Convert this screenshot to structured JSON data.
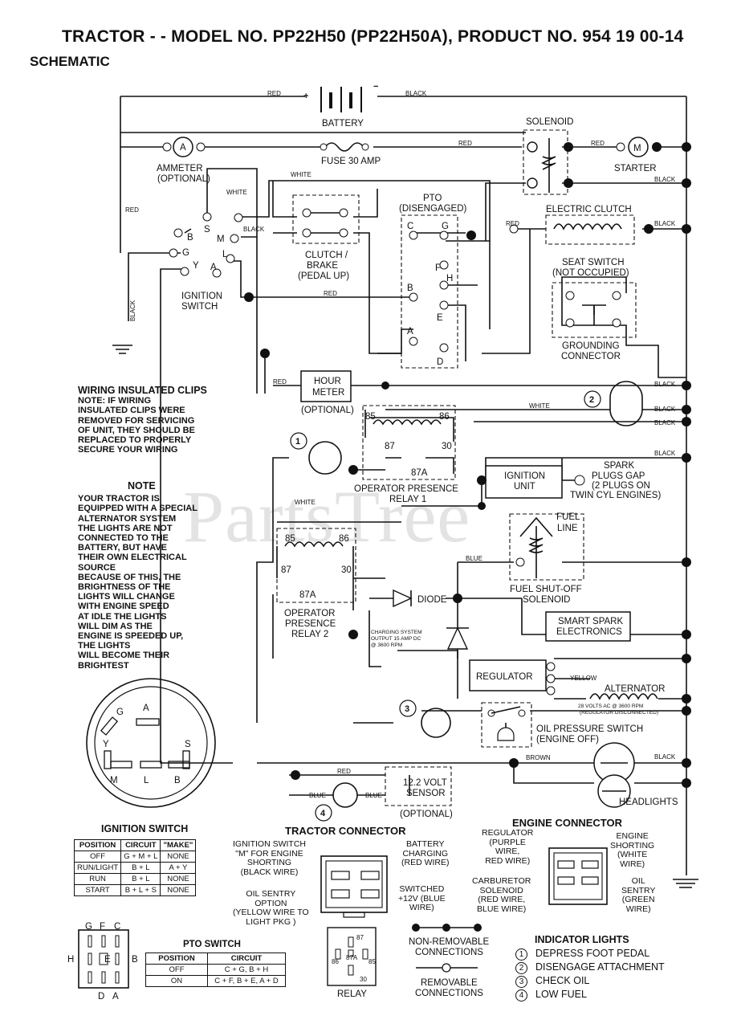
{
  "header": {
    "title": "TRACTOR - - MODEL NO. PP22H50 (PP22H50A), PRODUCT NO. 954 19 00-14",
    "subtitle": "SCHEMATIC"
  },
  "watermark": "PartsTree",
  "components": {
    "battery": "BATTERY",
    "solenoid": "SOLENOID",
    "ammeter": "AMMETER",
    "ammeter_opt": "(OPTIONAL)",
    "fuse": "FUSE 30 AMP",
    "starter": "STARTER",
    "pto_title": "PTO",
    "pto_state": "(DISENGAGED)",
    "clutch_brake": [
      "CLUTCH /",
      "BRAKE",
      "(PEDAL UP)"
    ],
    "electric_clutch": "ELECTRIC CLUTCH",
    "seat_switch": "SEAT SWITCH",
    "seat_state": "(NOT OCCUPIED)",
    "grounding": [
      "GROUNDING",
      "CONNECTOR"
    ],
    "ignition_switch": [
      "IGNITION",
      "SWITCH"
    ],
    "hour_meter": [
      "HOUR",
      "METER"
    ],
    "hour_opt": "(OPTIONAL)",
    "relay1": [
      "OPERATOR PRESENCE",
      "RELAY 1"
    ],
    "ignition_unit": [
      "IGNITION",
      "UNIT"
    ],
    "spark": [
      "SPARK",
      "PLUGS GAP",
      "(2 PLUGS ON",
      "TWIN CYL ENGINES)"
    ],
    "fuel_line": [
      "FUEL",
      "LINE"
    ],
    "fuel_shutoff": [
      "FUEL SHUT-OFF",
      "SOLENOID"
    ],
    "relay2": [
      "OPERATOR",
      "PRESENCE",
      "RELAY 2"
    ],
    "diode": "DIODE",
    "smart_spark": [
      "SMART SPARK",
      "ELECTRONICS"
    ],
    "charging": [
      "CHARGING SYSTEM",
      "OUTPUT 15 AMP DC",
      "@ 3600 RPM"
    ],
    "regulator": "REGULATOR",
    "alternator": "ALTERNATOR",
    "alt_spec": [
      "28 VOLTS AC @ 3600 RPM",
      "(REGULATOR DISCONNECTED)"
    ],
    "oil_switch": [
      "OIL PRESSURE SWITCH",
      "(ENGINE OFF)"
    ],
    "headlights": "HEADLIGHTS",
    "sensor": [
      "12.2 VOLT",
      "SENSOR"
    ],
    "sensor_opt": "(OPTIONAL)",
    "ign_letters": {
      "B": "B",
      "S": "S",
      "M": "M",
      "G": "G",
      "L": "L",
      "Y": "Y",
      "A": "A"
    },
    "pto_letters": {
      "C": "C",
      "G": "G",
      "F": "F",
      "H": "H",
      "B": "B",
      "E": "E",
      "A": "A",
      "D": "D"
    },
    "relay_pins": {
      "p85": "85",
      "p86": "86",
      "p87": "87",
      "p30": "30",
      "p87a": "87A"
    },
    "indicators": {
      "n1": "1",
      "n2": "2",
      "n3": "3",
      "n4": "4"
    }
  },
  "wires": {
    "red": "RED",
    "black": "BLACK",
    "white": "WHITE",
    "blue": "BLUE",
    "yellow": "YELLOW",
    "brown": "BROWN"
  },
  "notes": {
    "clips_title": "WIRING INSULATED CLIPS",
    "clips_text": [
      "NOTE: IF WIRING",
      "INSULATED CLIPS WERE",
      "REMOVED FOR SERVICING",
      "OF UNIT, THEY SHOULD BE",
      "REPLACED TO PROPERLY",
      "SECURE YOUR WIRING"
    ],
    "note_title": "NOTE",
    "note_text": [
      "YOUR TRACTOR IS",
      "EQUIPPED WITH A SPECIAL",
      "ALTERNATOR SYSTEM",
      "THE LIGHTS ARE NOT",
      "CONNECTED TO THE",
      "BATTERY, BUT HAVE",
      "THEIR OWN ELECTRICAL",
      "SOURCE",
      "BECAUSE OF THIS, THE",
      "BRIGHTNESS OF THE",
      "LIGHTS WILL CHANGE",
      "WITH ENGINE SPEED",
      "AT IDLE THE LIGHTS",
      "WILL DIM  AS THE",
      "ENGINE IS SPEEDED UP,",
      "THE LIGHTS",
      "WILL BECOME THEIR",
      "BRIGHTEST"
    ]
  },
  "ignition_table": {
    "caption": "IGNITION SWITCH",
    "headers": [
      "POSITION",
      "CIRCUIT",
      "\"MAKE\""
    ],
    "rows": [
      [
        "OFF",
        "G + M + L",
        "NONE"
      ],
      [
        "RUN/LIGHT",
        "B + L",
        "A + Y"
      ],
      [
        "RUN",
        "B + L",
        "NONE"
      ],
      [
        "START",
        "B + L + S",
        "NONE"
      ]
    ]
  },
  "pto_table": {
    "caption": "PTO SWITCH",
    "headers": [
      "POSITION",
      "CIRCUIT"
    ],
    "rows": [
      [
        "OFF",
        "C + G, B + H"
      ],
      [
        "ON",
        "C + F, B + E, A + D"
      ]
    ]
  },
  "pto_plug_letters": {
    "G": "G",
    "F": "F",
    "C": "C",
    "H": "H",
    "E": "E",
    "B": "B",
    "D": "D",
    "A": "A"
  },
  "ign_plug_letters": {
    "G": "G",
    "A": "A",
    "Y": "Y",
    "S": "S",
    "M": "M",
    "L": "L",
    "B": "B"
  },
  "tractor_connector": {
    "title": "TRACTOR CONNECTOR",
    "ign": [
      "IGNITION SWITCH",
      "\"M\" FOR ENGINE",
      "SHORTING",
      "(BLACK WIRE)"
    ],
    "batt": [
      "BATTERY",
      "CHARGING",
      "(RED WIRE)"
    ],
    "oil": [
      "OIL SENTRY",
      "OPTION",
      "(YELLOW WIRE TO",
      "LIGHT PKG )"
    ],
    "sw12": [
      "SWITCHED",
      "+12V (BLUE",
      "WIRE)"
    ]
  },
  "engine_connector": {
    "title": "ENGINE CONNECTOR",
    "reg": [
      "REGULATOR",
      "(PURPLE",
      "WIRE,",
      "RED WIRE)"
    ],
    "eng": [
      "ENGINE",
      "SHORTING",
      "(WHITE",
      "WIRE)"
    ],
    "carb": [
      "CARBURETOR",
      "SOLENOID",
      "(RED WIRE,",
      "BLUE WIRE)"
    ],
    "oil": [
      "OIL",
      "SENTRY",
      "(GREEN",
      "WIRE)"
    ]
  },
  "relay_legend": {
    "label": "RELAY",
    "p87": "87",
    "p87a": "87A",
    "p86": "86",
    "p85": "85",
    "p30": "30"
  },
  "legend": {
    "non_removable": [
      "NON-REMOVABLE",
      "CONNECTIONS"
    ],
    "removable": [
      "REMOVABLE",
      "CONNECTIONS"
    ]
  },
  "indicator_lights": {
    "title": "INDICATOR LIGHTS",
    "items": [
      {
        "n": "1",
        "label": "DEPRESS FOOT PEDAL"
      },
      {
        "n": "2",
        "label": "DISENGAGE ATTACHMENT"
      },
      {
        "n": "3",
        "label": "CHECK OIL"
      },
      {
        "n": "4",
        "label": "LOW FUEL"
      }
    ]
  }
}
